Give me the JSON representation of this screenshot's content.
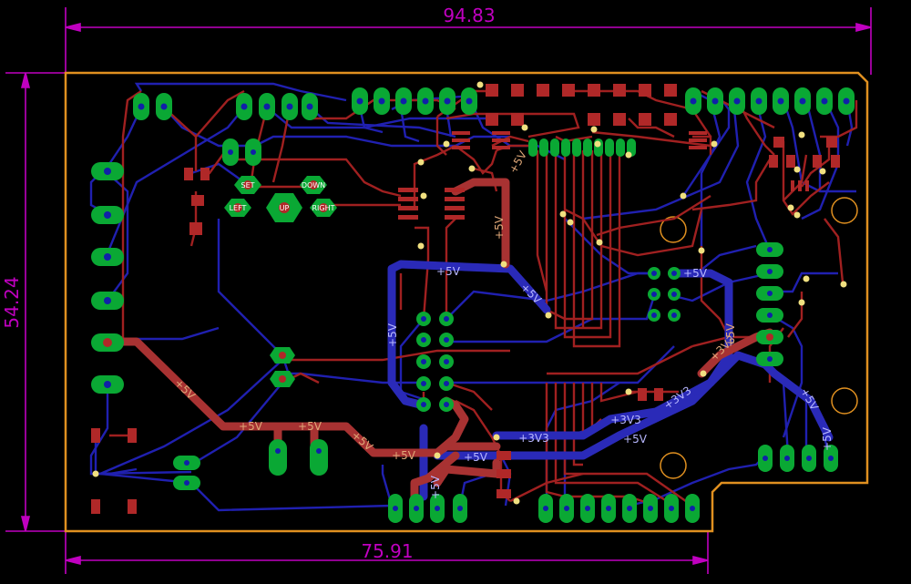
{
  "dimensions": {
    "board_width": "94.83",
    "board_height": "54.24",
    "mount_span": "75.91"
  },
  "net_labels": {
    "top": [
      "+5V",
      "+5V",
      "+5V",
      "+5V",
      "+5V",
      "+5V",
      "+5V",
      "+3V3",
      "+5V"
    ],
    "bottom": [
      "+5V",
      "+5V",
      "+3V3",
      "+3V3",
      "+5V",
      "+5V",
      "+5V",
      "+5V",
      "+5V",
      "+3V3"
    ]
  },
  "silk_labels": [
    "SET",
    "UP",
    "DOWN",
    "LEFT",
    "RIGHT"
  ],
  "colors": {
    "background": "#000000",
    "outline": "#e09020",
    "dimension": "#c000c0",
    "top_copper": "#a02020",
    "bottom_copper": "#2020b0",
    "pad": "#00a030",
    "via": "#f0e080"
  }
}
